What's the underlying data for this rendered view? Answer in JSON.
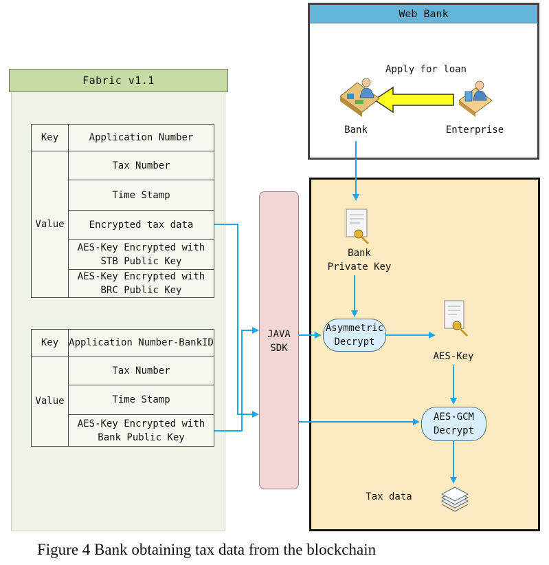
{
  "fabric": {
    "title": "Fabric v1.1",
    "table1": {
      "key_label": "Key",
      "key_value": "Application Number",
      "value_label": "Value",
      "rows": [
        "Tax Number",
        "Time Stamp",
        "Encrypted tax data"
      ],
      "row_stb": [
        "AES-Key Encrypted with",
        "STB Public Key"
      ],
      "row_brc": [
        "AES-Key Encrypted with",
        "BRC Public Key"
      ]
    },
    "table2": {
      "key_label": "Key",
      "key_value": "Application Number-BankID",
      "value_label": "Value",
      "rows": [
        "Tax Number",
        "Time Stamp"
      ],
      "row_bank": [
        "AES-Key Encrypted with",
        "Bank Public Key"
      ]
    }
  },
  "webbank": {
    "title": "Web Bank",
    "apply_label": "Apply for loan",
    "bank_label": "Bank",
    "enterprise_label": "Enterprise"
  },
  "sdk": {
    "line1": "JAVA",
    "line2": "SDK"
  },
  "server": {
    "private_key": [
      "Bank",
      "Private Key"
    ],
    "asym": [
      "Asymmetric",
      "Decrypt"
    ],
    "aes_key": "AES-Key",
    "aes_gcm": [
      "AES-GCM",
      "Decrypt"
    ],
    "tax_data": "Tax data"
  },
  "caption": "Figure 4 Bank obtaining tax data from the blockchain",
  "colors": {
    "connector": "#1fa6e6",
    "arrow_fill": "#ffff22",
    "fabric_header": "#c7dca5",
    "webbank_header": "#64b6d8",
    "server_bg": "#fdeac1"
  }
}
